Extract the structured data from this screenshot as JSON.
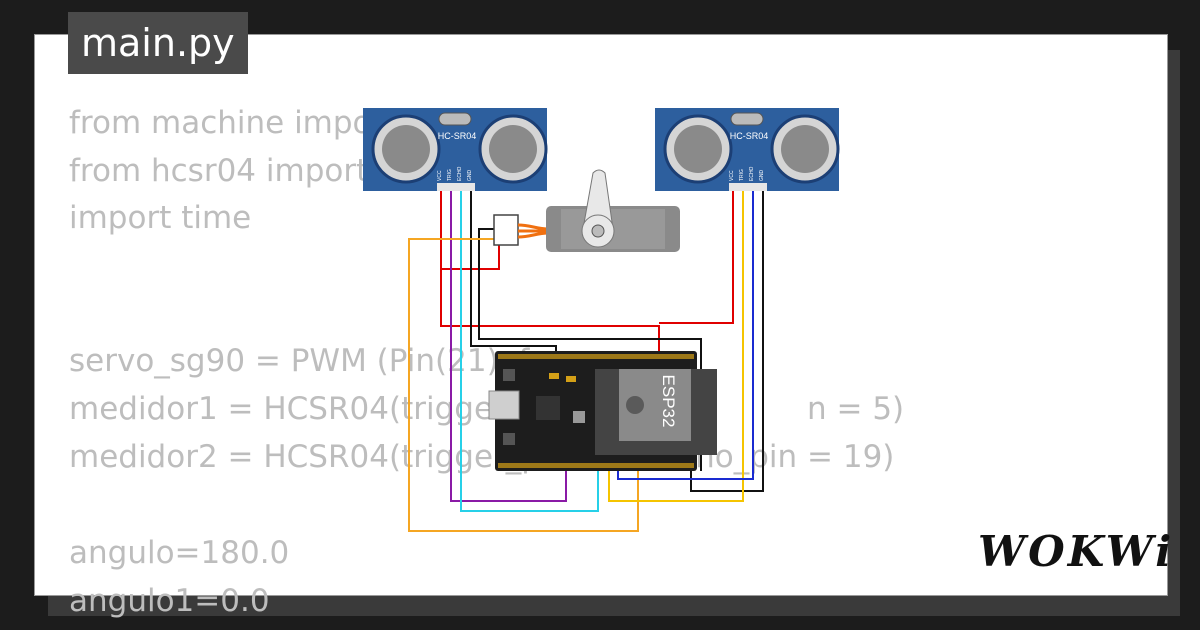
{
  "tab": {
    "label": "main.py"
  },
  "code_lines": [
    "from machine impo",
    "from hcsr04 import",
    "import time",
    "",
    "",
    "servo_sg90 = PWM (Pin(21), f",
    "medidor1 = HCSR04(trigger_",
    "medidor2 = HCSR04(trigger_pin",
    "",
    "angulo=180.0",
    "angulo1=0.0"
  ],
  "code_fragments": {
    "medidor1_tail": "n = 5)",
    "medidor2_tail": "echo_pin = 19)"
  },
  "sensors": [
    {
      "label": "HC-SR04",
      "pins": [
        "VCC",
        "TRIG",
        "ECHO",
        "GND"
      ]
    },
    {
      "label": "HC-SR04",
      "pins": [
        "VCC",
        "TRIG",
        "ECHO",
        "GND"
      ]
    }
  ],
  "board": {
    "label": "ESP32"
  },
  "logo": {
    "text": "WOKWi"
  },
  "colors": {
    "board": "#1d1d1d",
    "sensor": "#2d5f9e",
    "red": "#e00000",
    "black": "#111111",
    "yellow": "#f5c400",
    "blue": "#1a2bd1",
    "cyan": "#26d0e8",
    "purple": "#8a1aa6",
    "orange": "#f5a623"
  }
}
